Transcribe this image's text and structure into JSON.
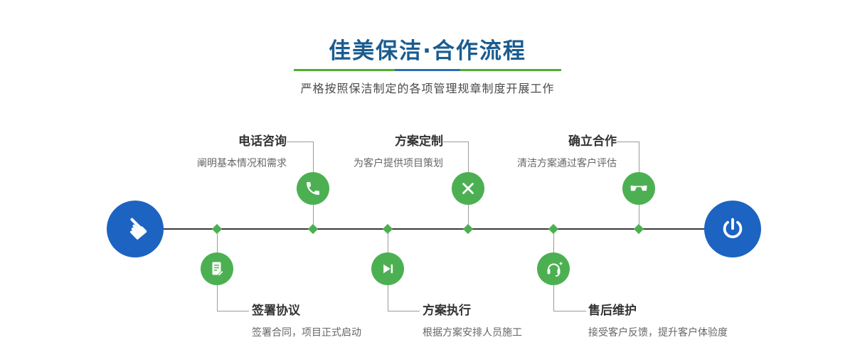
{
  "header": {
    "title": "佳美保洁·合作流程",
    "subtitle": "严格按照保洁制定的各项管理规章制度开展工作"
  },
  "colors": {
    "title_blue": "#1a5c90",
    "node_green": "#4cb052",
    "endpoint_blue": "#1d63c1",
    "divider_green": "#52ae32",
    "divider_blue": "#2e6db4",
    "timeline_line": "#3a3a3a"
  },
  "endpoints": {
    "start": {
      "icon": "pointing-hand-icon"
    },
    "end": {
      "icon": "power-icon"
    }
  },
  "steps_top": [
    {
      "title": "电话咨询",
      "desc": "阐明基本情况和需求",
      "icon": "phone-icon"
    },
    {
      "title": "方案定制",
      "desc": "为客户提供项目策划",
      "icon": "design-tools-icon"
    },
    {
      "title": "确立合作",
      "desc": "清洁方案通过客户评估",
      "icon": "handshake-icon"
    }
  ],
  "steps_bottom": [
    {
      "title": "签署协议",
      "desc": "签署合同，项目正式启动",
      "icon": "contract-icon"
    },
    {
      "title": "方案执行",
      "desc": "根据方案安排人员施工",
      "icon": "play-icon"
    },
    {
      "title": "售后维护",
      "desc": "接受客户反馈，提升客户体验度",
      "icon": "headset-icon"
    }
  ]
}
